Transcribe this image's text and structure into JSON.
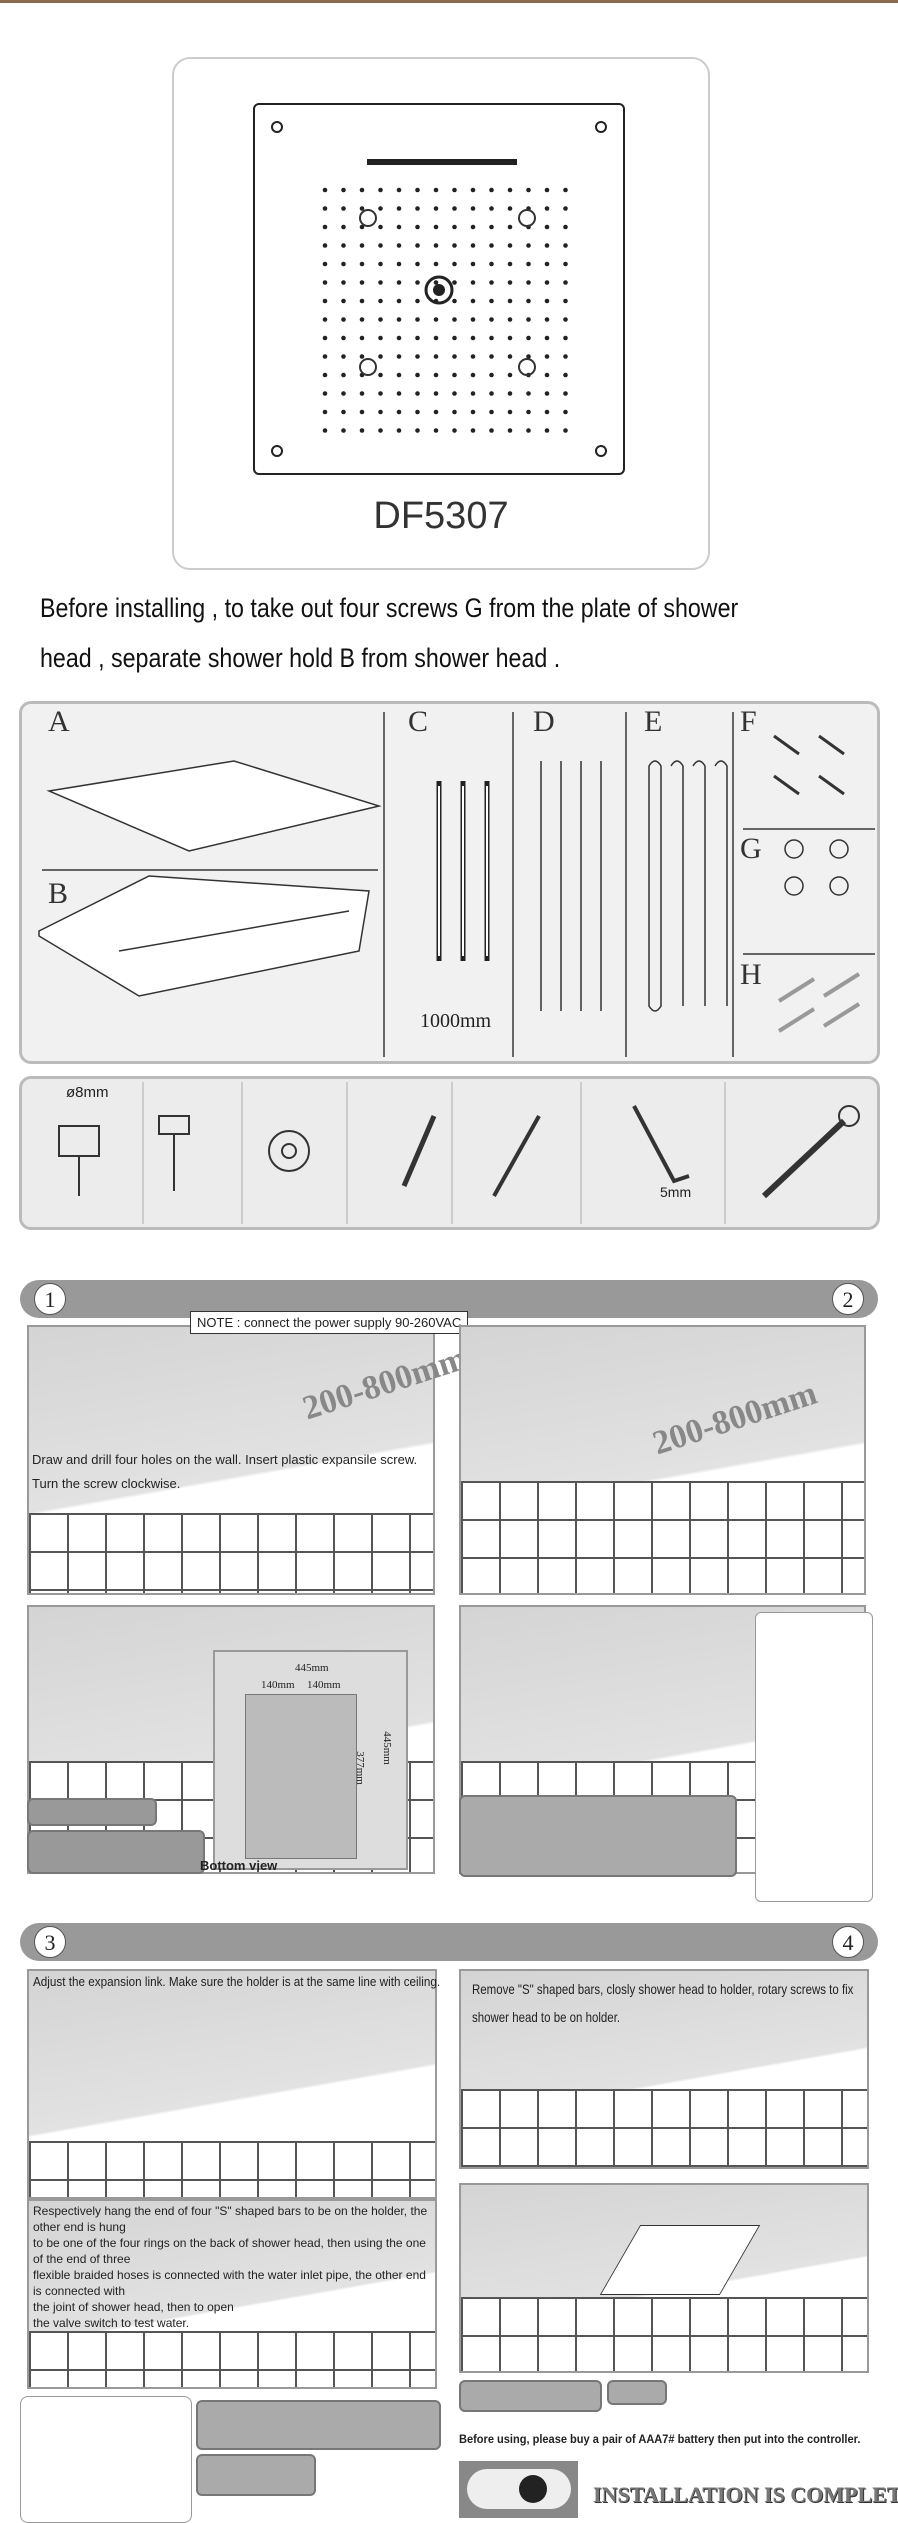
{
  "product": {
    "model": "DF5307"
  },
  "intro": {
    "line1": "Before installing , to take out four screws G from the plate of shower",
    "line2": "head , separate shower hold B from shower head ."
  },
  "parts": {
    "labels": [
      "A",
      "B",
      "C",
      "D",
      "E",
      "F",
      "G",
      "H"
    ],
    "hose_length": "1000mm"
  },
  "tools": {
    "drill_size": "ø8mm",
    "hex_key_size": "5mm"
  },
  "steps": {
    "s1": "1",
    "s2": "2",
    "s3": "3",
    "s4": "4",
    "note": "NOTE : connect the power supply 90-260VAC",
    "height_range": "200-800mm",
    "drill_text1": "Draw and drill four holes on the wall.  Insert plastic expansile screw.",
    "drill_text2": "Turn the screw clockwise.",
    "dim_445": "445mm",
    "dim_140a": "140mm",
    "dim_140b": "140mm",
    "dim_377": "377mm",
    "dim_445v": "445mm",
    "bottom_view": "Bottom view",
    "adjust_text": "Adjust the expansion link. Make sure the holder is at the same line with ceiling.",
    "hang_text": [
      "Respectively hang the end of four \"S\" shaped bars to be on the holder, the other end is hung",
      "to be one of the four rings on the back of shower head, then using the one of the end of three",
      "flexible braided hoses is connected with the water inlet pipe, the other end is connected with",
      "the joint of shower head, then to open",
      "the valve switch to test water."
    ],
    "remove_text": [
      "Remove \"S\" shaped bars, closly shower head to holder, rotary screws to fix",
      "shower head to be on holder."
    ],
    "battery_text": "Before using, please buy a pair of AAA7# battery then put into the controller.",
    "complete": "INSTALLATION IS COMPLETE"
  }
}
